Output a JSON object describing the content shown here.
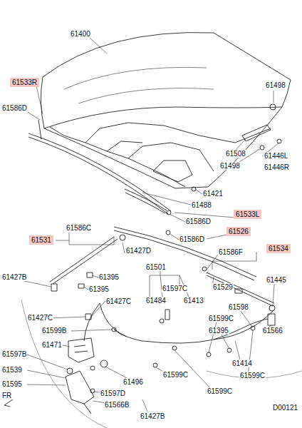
{
  "diagram": {
    "nodes": [
      {
        "text": [
          "61533R"
        ]
      },
      {
        "text": [
          "61533L"
        ]
      },
      {
        "text": [
          "61526"
        ]
      },
      {
        "text": [
          "61531"
        ]
      },
      {
        "text": [
          "61534"
        ]
      }
    ],
    "labels": [
      "61400",
      "61498",
      "61586D",
      "61508",
      "61498",
      "61446L",
      "61446R",
      "61421",
      "61488",
      "61586D",
      "61586C",
      "61586D",
      "61427D",
      "61586F",
      "61501",
      "61427B",
      "61395",
      "61395",
      "61529",
      "61445",
      "61597C",
      "61484",
      "61413",
      "61427C",
      "61598",
      "61599C",
      "61427C",
      "61599B",
      "61395",
      "61566",
      "61471",
      "61414",
      "61597B",
      "61539",
      "61599C",
      "61599C",
      "61496",
      "61595",
      "61597D",
      "61599C",
      "61566B",
      "FR",
      "D00121",
      "61427B"
    ]
  }
}
